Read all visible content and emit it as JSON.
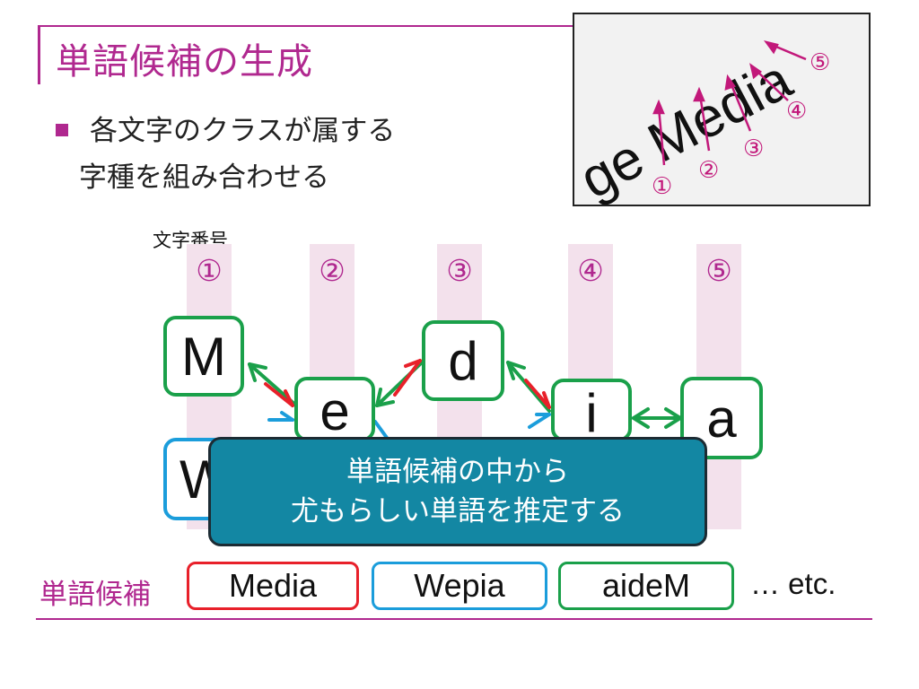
{
  "slide": {
    "title": "単語候補の生成",
    "bullet_line1": "各文字のクラスが属する",
    "bullet_line2": "字種を組み合わせる",
    "char_index_label": "文字番号",
    "column_numbers": [
      "①",
      "②",
      "③",
      "④",
      "⑤"
    ],
    "callout_line1": "単語候補の中から",
    "callout_line2": "尤もらしい単語を推定する",
    "candidates_label": "単語候補",
    "candidates": [
      "Media",
      "Wepia",
      "aideM"
    ],
    "etc": "… etc."
  },
  "inset": {
    "image_text": "ge Media",
    "markers": [
      "①",
      "②",
      "③",
      "④",
      "⑤"
    ]
  },
  "letters": {
    "M": "M",
    "e": "e",
    "d": "d",
    "i": "i",
    "a": "a",
    "W": "W"
  },
  "colors": {
    "accent": "#b0288f",
    "green": "#1aa04a",
    "blue": "#1b9ddb",
    "red": "#e8202a",
    "callout": "#1387a3"
  }
}
